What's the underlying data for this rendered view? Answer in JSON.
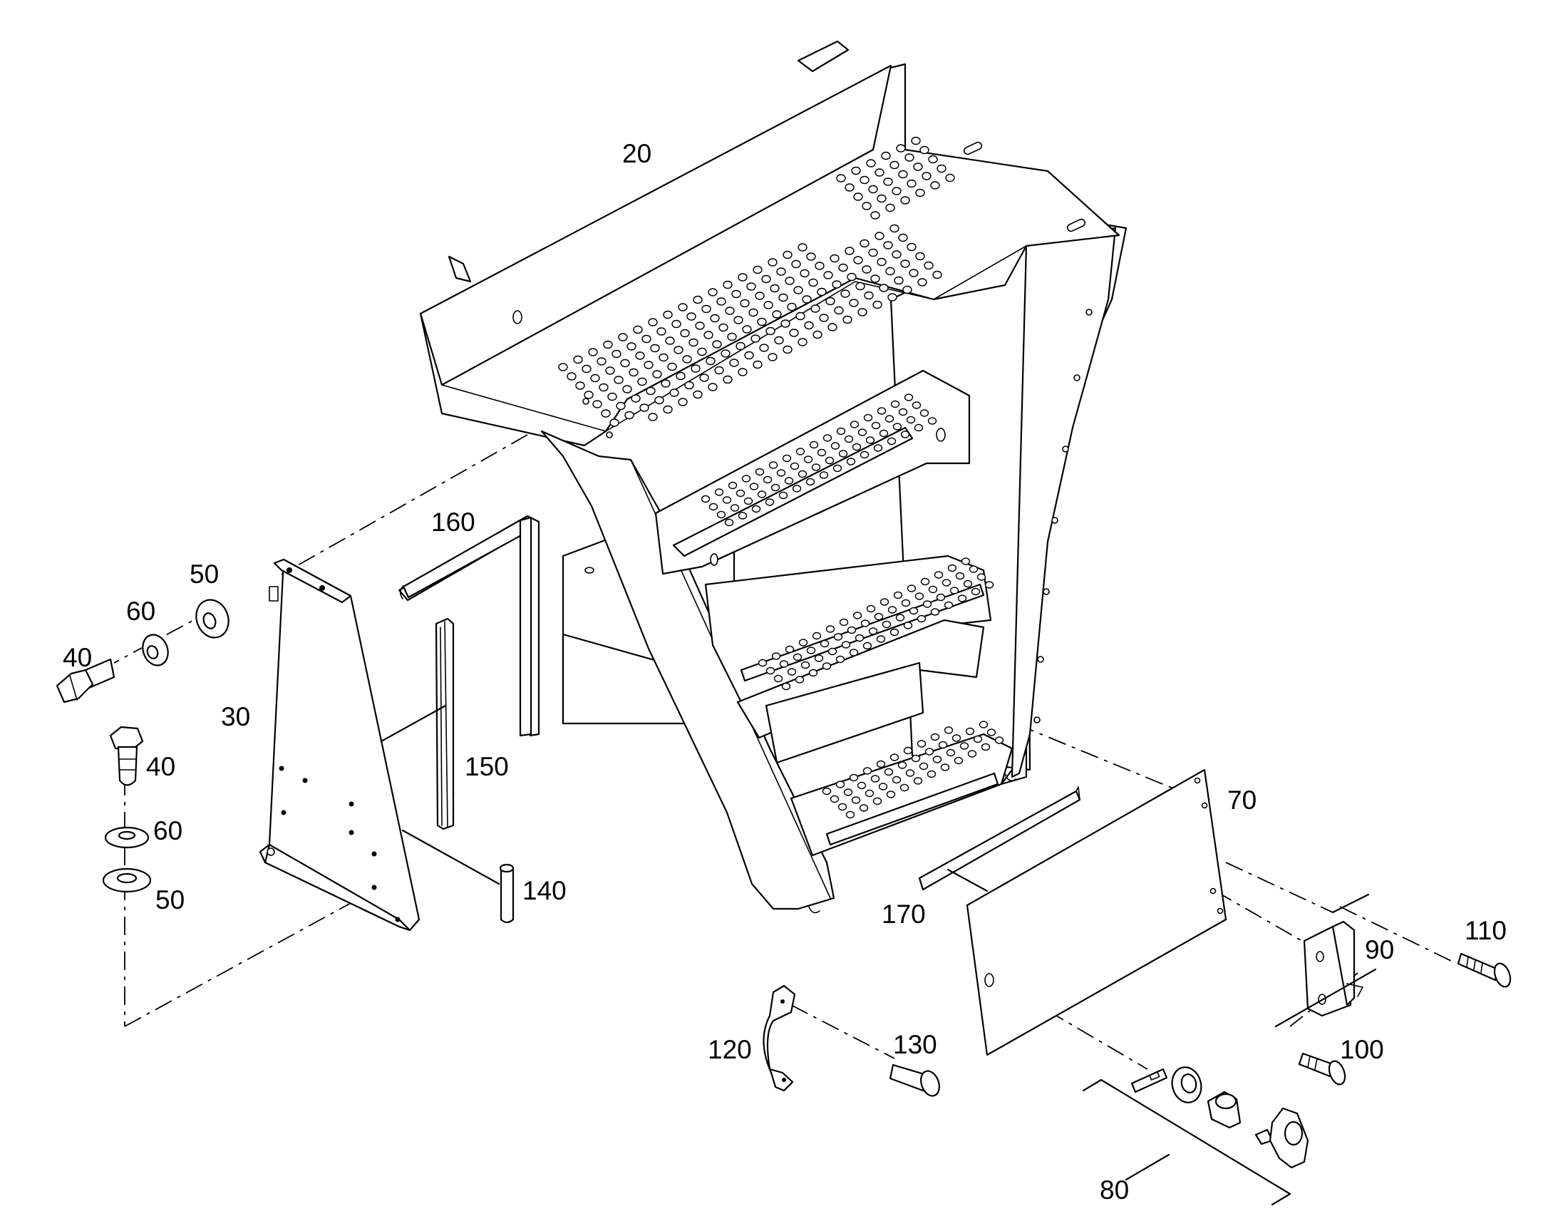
{
  "callouts": {
    "c20": "20",
    "c160": "160",
    "c50a": "50",
    "c60a": "60",
    "c40a": "40",
    "c30": "30",
    "c40b": "40",
    "c60b": "60",
    "c50b": "50",
    "c150": "150",
    "c140": "140",
    "c70": "70",
    "c170": "170",
    "c90": "90",
    "c110": "110",
    "c100": "100",
    "c120": "120",
    "c130": "130",
    "c80": "80"
  }
}
